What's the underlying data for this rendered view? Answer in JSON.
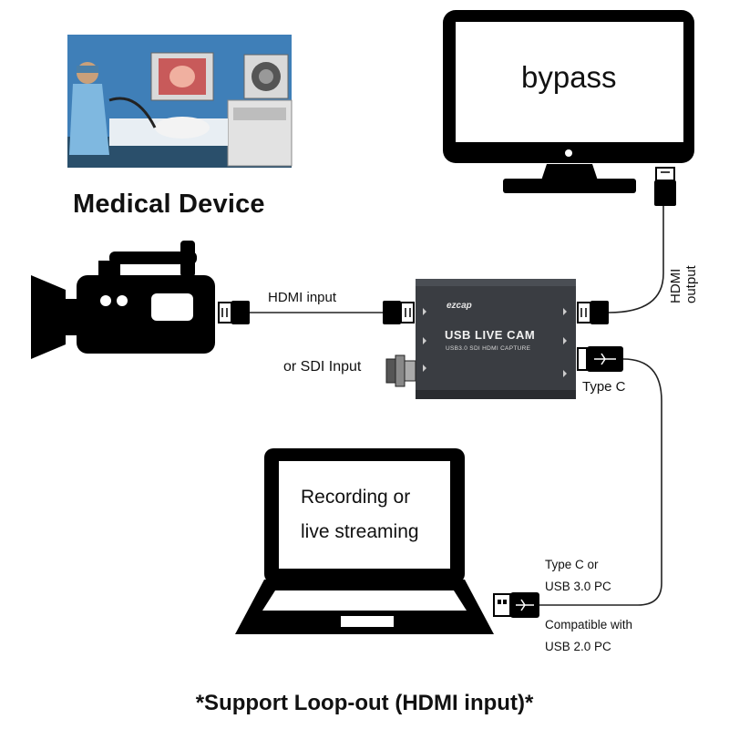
{
  "labels": {
    "medical_device": "Medical Device",
    "bypass": "bypass",
    "hdmi_input": "HDMI input",
    "sdi_input": "or SDI Input",
    "hdmi_output": "HDMI output",
    "type_c": "Type C",
    "screen_line1": "Recording or",
    "screen_line2": "live streaming",
    "pc_note_1": "Type C or",
    "pc_note_2": "USB 3.0 PC",
    "pc_note_3": "Compatible with",
    "pc_note_4": "USB 2.0 PC",
    "bottom_note": "*Support Loop-out (HDMI  input)*"
  },
  "device": {
    "brand": "ezcap",
    "title": "USB LIVE CAM",
    "subtitle": "USB3.0 SDI HDMI CAPTURE"
  },
  "colors": {
    "device_body": "#3a3d42",
    "line": "#222222",
    "photo_bg": "#3f7fb8"
  }
}
